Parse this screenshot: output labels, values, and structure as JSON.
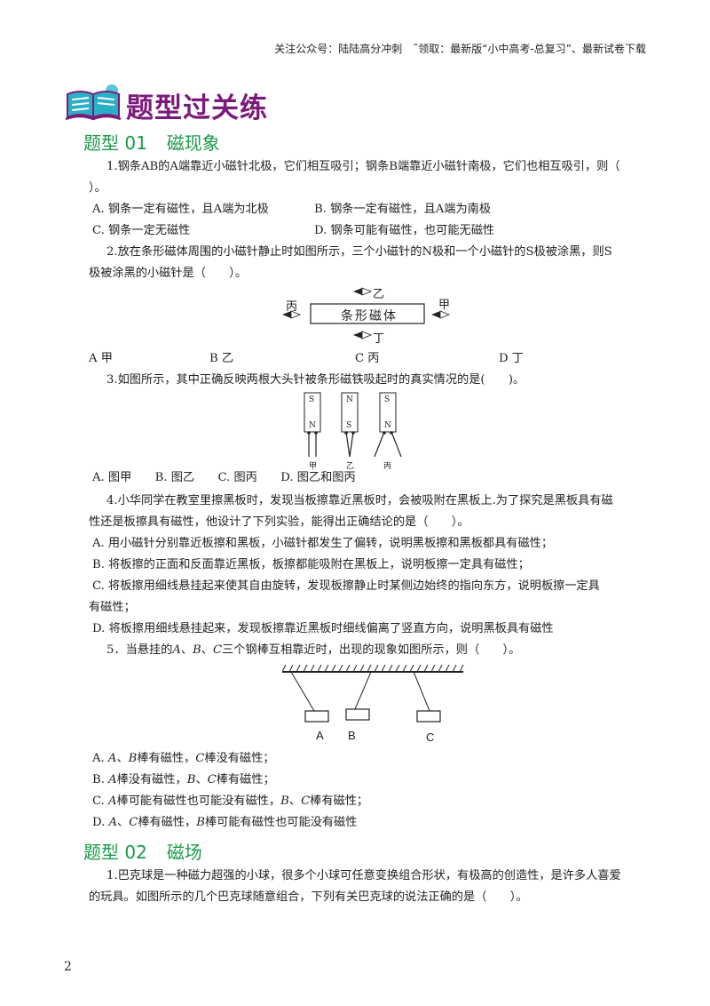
{
  "header": {
    "text": "关注公众号：陆陆高分冲刺　˜领取：最新版“小中高考-总复习”、最新试卷下载"
  },
  "banner": {
    "title": "题型过关练",
    "icon": "book-icon"
  },
  "sections": [
    {
      "label": "题型 01",
      "title": "磁现象"
    },
    {
      "label": "题型 02",
      "title": "磁场"
    }
  ],
  "q1": {
    "stem_line1": "1.钢条AB的A端靠近小磁针北极，它们相互吸引；钢条B端靠近小磁针南极，它们也相互吸引，则（",
    "stem_line2": "）。",
    "optA": "A. 钢条一定有磁性，且A端为北极",
    "optB": "B. 钢条一定有磁性，且A端为南极",
    "optC": "C. 钢条一定无磁性",
    "optD": "D. 钢条可能有磁性，也可能无磁性"
  },
  "q2": {
    "stem_line1": "2.放在条形磁体周围的小磁针静止时如图所示，三个小磁针的N极和一个小磁针的S极被涂黑，则S",
    "stem_line2": "极被涂黑的小磁针是（　　）。",
    "figure": {
      "magnet_label": "条形磁体",
      "label_bing": "丙",
      "label_jia": "甲",
      "label_yi": "乙",
      "label_ding": "丁"
    },
    "optA": "A 甲",
    "optB": "B 乙",
    "optC": "C 丙",
    "optD": "D 丁"
  },
  "q3": {
    "stem": "3.如图所示，其中正确反映两根大头针被条形磁铁吸起时的真实情况的是(　　)。",
    "figure": {
      "pole_s": "S",
      "pole_n": "N",
      "label_jia": "甲",
      "label_yi": "乙",
      "label_bing": "丙"
    },
    "options": "A. 图甲　　B. 图乙　　C. 图丙　　D. 图乙和图丙"
  },
  "q4": {
    "stem_line1": "4.小华同学在教室里擦黑板时，发现当板擦靠近黑板时，会被吸附在黑板上.为了探究是黑板具有磁",
    "stem_line2": "性还是板擦具有磁性，他设计了下列实验，能得出正确结论的是（　　）。",
    "optA": "A. 用小磁针分别靠近板擦和黑板，小磁针都发生了偏转，说明黑板擦和黑板都具有磁性；",
    "optB": "B. 将板擦的正面和反面靠近黑板，板擦都能吸附在黑板上，说明板擦一定具有磁性；",
    "optC_line1": "C. 将板擦用细线悬挂起来使其自由旋转，发现板擦静止时某侧边始终的指向东方，说明板擦一定具",
    "optC_line2": "有磁性；",
    "optD": "D. 将板擦用细线悬挂起来，发现板擦靠近黑板时细线偏离了竖直方向，说明黑板具有磁性"
  },
  "q5": {
    "stem_pre": "5．当悬挂的",
    "stem_post": "三个钢棒互相靠近时，出现的现象如图所示，则（　　）。",
    "figure": {
      "label_a": "A",
      "label_b": "B",
      "label_c": "C"
    },
    "optA_tail": "棒有磁性，",
    "optA_tail2": "棒没有磁性；",
    "optB_tail": "棒没有磁性，",
    "optB_tail2": "棒有磁性；",
    "optC_tail": "棒可能有磁性也可能没有磁性，",
    "optC_tail2": "棒有磁性；",
    "optD_tail": "棒有磁性，",
    "optD_tail2": "棒可能有磁性也可能没有磁性"
  },
  "s2q1": {
    "stem_line1": "1.巴克球是一种磁力超强的小球，很多个小球可任意变换组合形状，有极高的创造性，是许多人喜爱",
    "stem_line2": "的玩具。如图所示的几个巴克球随意组合，下列有关巴克球的说法正确的是（　　）。"
  },
  "page_number": "2"
}
